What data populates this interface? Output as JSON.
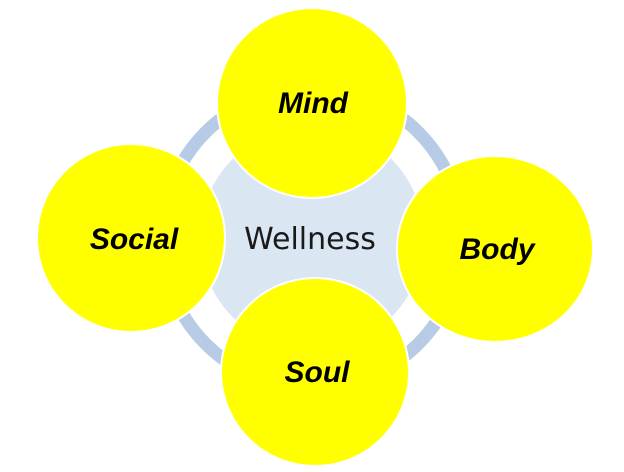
{
  "diagram": {
    "center": {
      "label": "Wellness",
      "color": "#dbe6f3"
    },
    "ring_color": "#b7cbe6",
    "node_color": "#ffff00",
    "nodes": [
      {
        "label": "Mind"
      },
      {
        "label": "Social"
      },
      {
        "label": "Body"
      },
      {
        "label": "Soul"
      }
    ]
  }
}
